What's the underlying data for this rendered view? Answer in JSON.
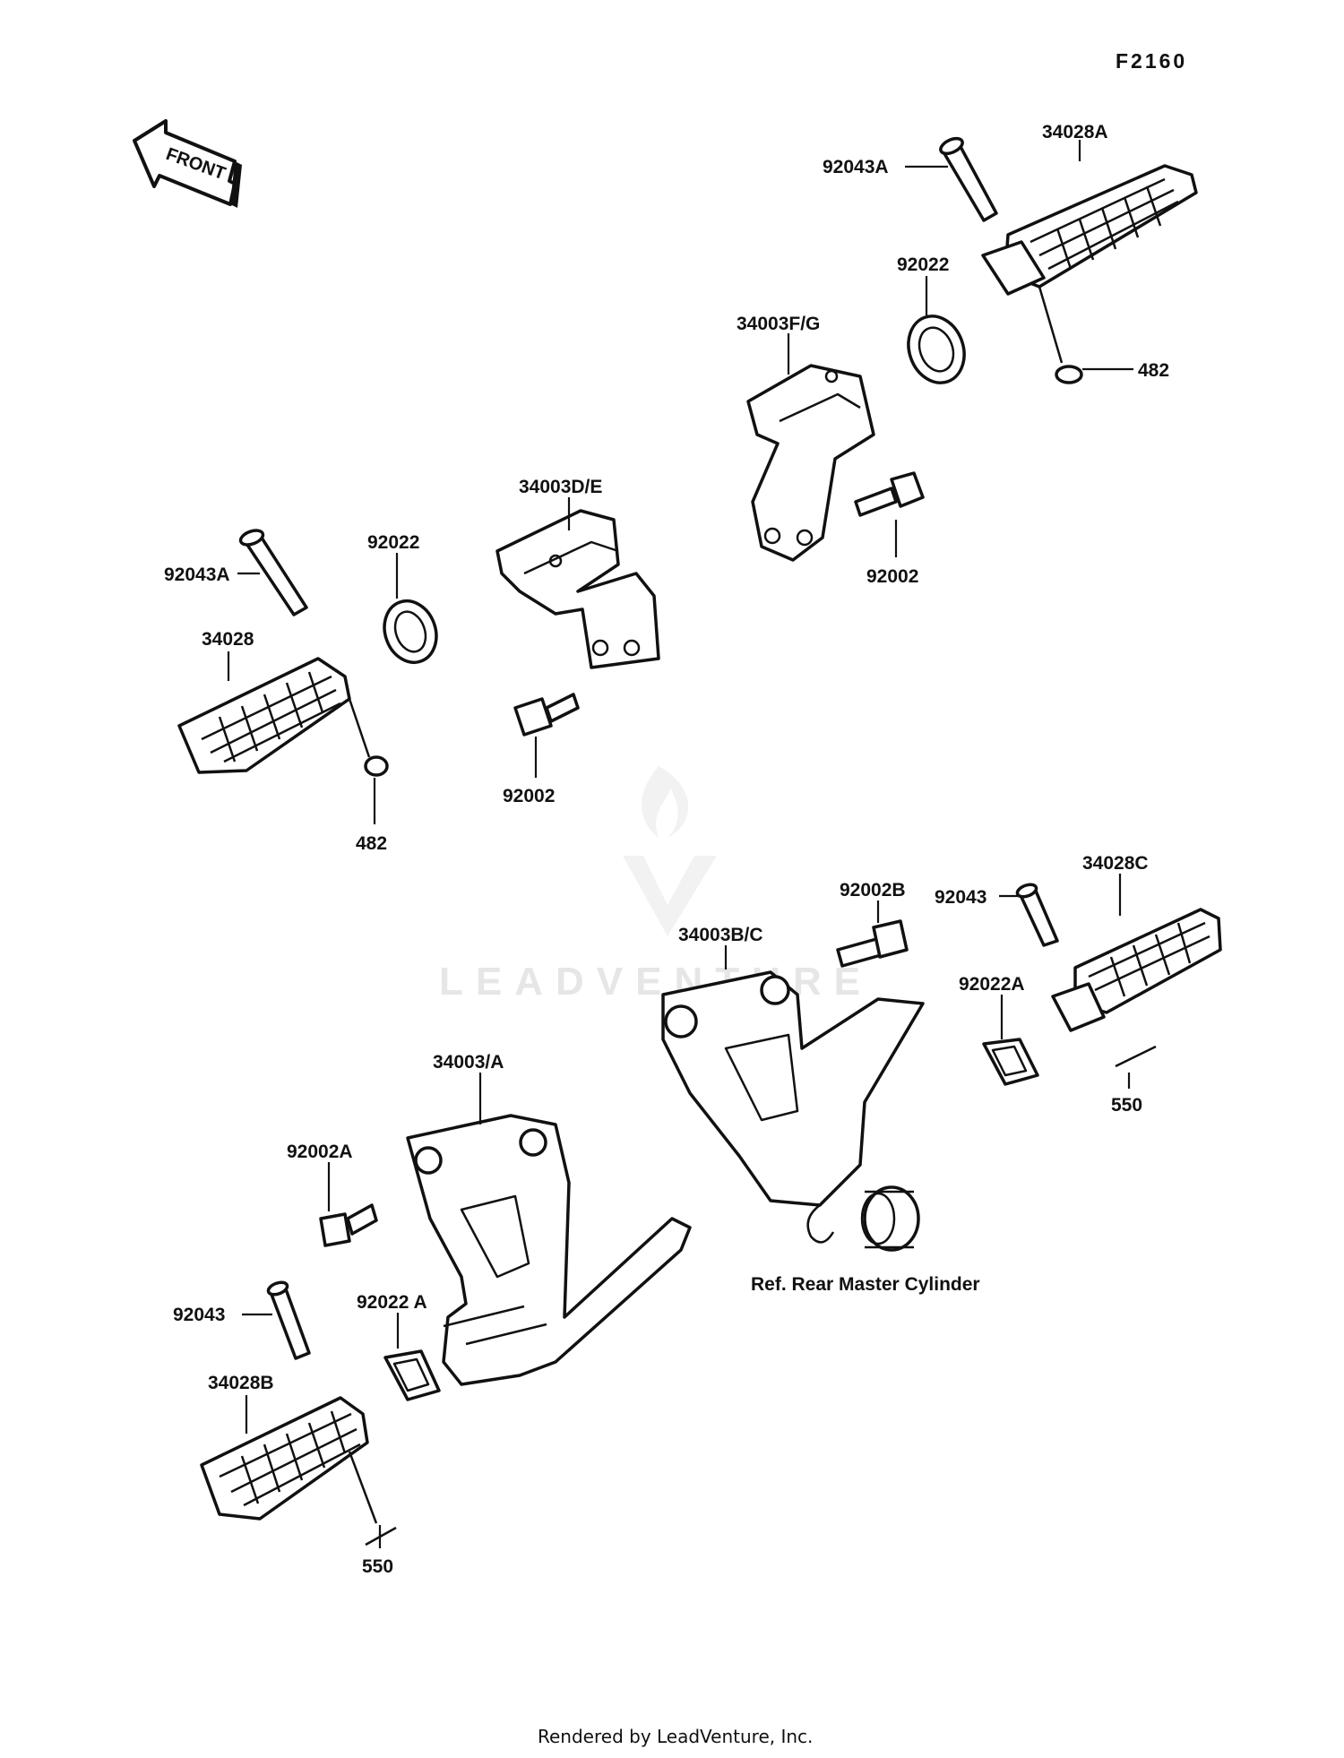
{
  "diagram_code": "F2160",
  "front_arrow_text": "FRONT",
  "watermark_text": "LEADVENTURE",
  "footer_text": "Rendered by LeadVenture, Inc.",
  "labels": {
    "p92043A_top": "92043A",
    "p34028A": "34028A",
    "p92022_top": "92022",
    "p34003FG": "34003F/G",
    "p482_top": "482",
    "p34003DE": "34003D/E",
    "p92022_left": "92022",
    "p92043A_left": "92043A",
    "p34028": "34028",
    "p92002_right": "92002",
    "p92002_left": "92002",
    "p482_left": "482",
    "p92002B": "92002B",
    "p34003BC": "34003B/C",
    "p92043_right": "92043",
    "p34028C": "34028C",
    "p92022A_right": "92022A",
    "p550_right": "550",
    "p34003A": "34003/A",
    "p92002A": "92002A",
    "p92022A_left": "92022 A",
    "p92043_left": "92043",
    "p34028B": "34028B",
    "p550_left": "550",
    "ref_rear_master_cylinder": "Ref. Rear Master Cylinder"
  }
}
